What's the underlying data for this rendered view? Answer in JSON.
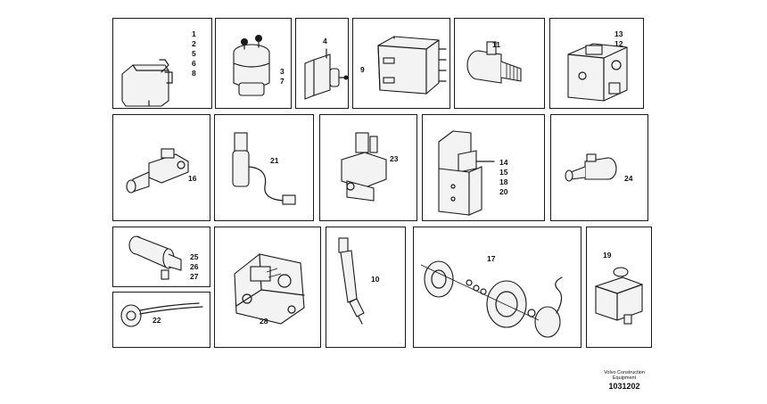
{
  "panels": {
    "p1": {
      "labels": [
        "1",
        "2",
        "5",
        "6",
        "8"
      ]
    },
    "p2": {
      "labels": [
        "3",
        "7"
      ]
    },
    "p3": {
      "label": "4"
    },
    "p4": {
      "label": "9"
    },
    "p5": {
      "label": "11"
    },
    "p6": {
      "labels": [
        "13",
        "12"
      ]
    },
    "p7": {
      "label": "16"
    },
    "p8": {
      "label": "21"
    },
    "p9": {
      "label": "23"
    },
    "p10": {
      "labels": [
        "14",
        "15",
        "18",
        "20"
      ]
    },
    "p11": {
      "label": "24"
    },
    "p12": {
      "labels": [
        "25",
        "26",
        "27"
      ]
    },
    "p13": {
      "label": "22"
    },
    "p14": {
      "label": "28"
    },
    "p15": {
      "label": "10"
    },
    "p16": {
      "label": "17"
    },
    "p17": {
      "label": "19"
    }
  },
  "footer": {
    "company": "Volvo Construction Equipment",
    "code": "1031202"
  }
}
